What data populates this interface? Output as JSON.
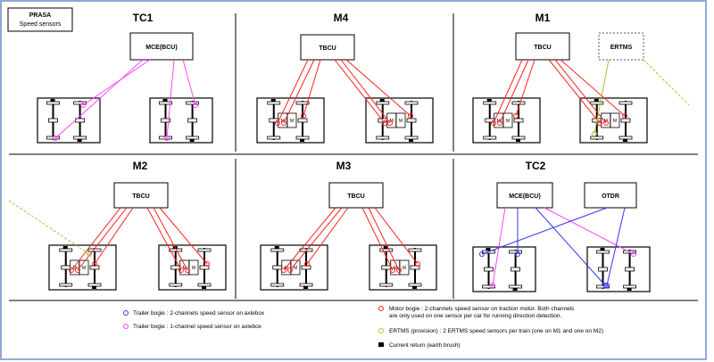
{
  "header_box": {
    "line1": "PRASA",
    "line2": "Speed sensors"
  },
  "panels": {
    "tc1": {
      "title": "TC1",
      "boxes": [
        "MCE(BCU)"
      ]
    },
    "m4": {
      "title": "M4",
      "boxes": [
        "TBCU"
      ]
    },
    "m1": {
      "title": "M1",
      "boxes": [
        "TBCU",
        "ERTMS"
      ]
    },
    "m2": {
      "title": "M2",
      "boxes": [
        "TBCU"
      ]
    },
    "m3": {
      "title": "M3",
      "boxes": [
        "TBCU"
      ]
    },
    "tc2": {
      "title": "TC2",
      "boxes": [
        "MCE(BCU)",
        "OTDR"
      ]
    }
  },
  "motor_label": "M",
  "legend": {
    "trailer_2ch": "Trailer bogie : 2-channels speed sensor on axlebox",
    "trailer_1ch": "Trailer bogie : 1-channel speed sensor on axlebox",
    "motor_line1": "Motor bogie : 2-channels speed sensor on traction motor. Both channels",
    "motor_line2": "are only used on one sensor per car for running direction detection.",
    "ertms": "ERTMS (provision) : 2 ERTMS speed sensors per train (one on M1 and one on M2)",
    "current_return": "Current return (earth brush)"
  },
  "colors": {
    "red": "#ff2020",
    "magenta": "#ff44ff",
    "blue": "#3333ff",
    "green": "#99cc33",
    "frame": "#000000",
    "border_blue": "#8fa8d8"
  }
}
